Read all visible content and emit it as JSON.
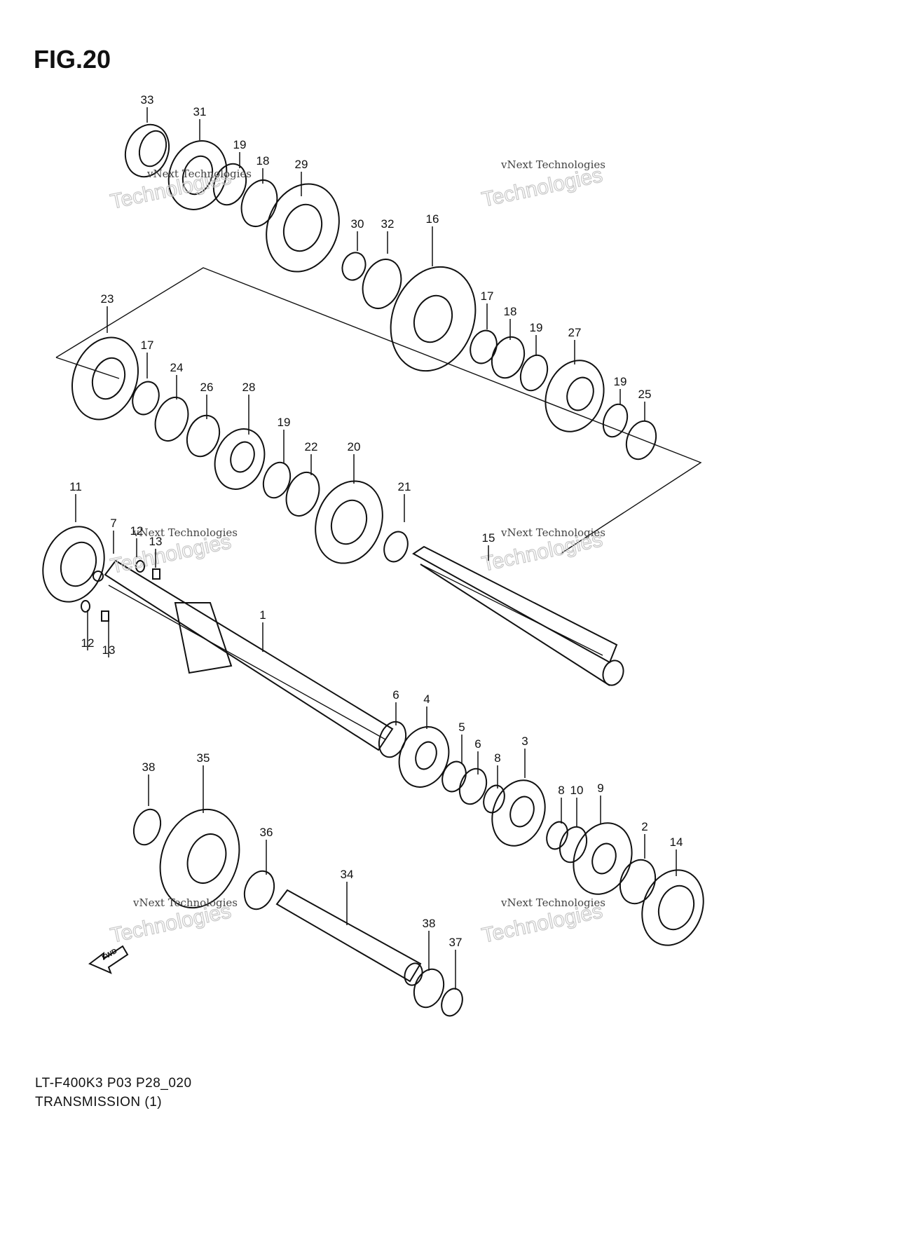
{
  "figure": {
    "title": "FIG.20",
    "code": "LT-F400K3 P03 P28_020",
    "caption": "TRANSMISSION (1)"
  },
  "watermark": {
    "line1": "vNext Technologies",
    "line2": "Technologies",
    "line3": "vNext"
  },
  "fwd_label": "FWD",
  "callouts": [
    "33",
    "31",
    "19",
    "18",
    "29",
    "30",
    "32",
    "16",
    "23",
    "17",
    "24",
    "26",
    "28",
    "19",
    "22",
    "20",
    "17",
    "18",
    "19",
    "27",
    "19",
    "25",
    "11",
    "7",
    "12",
    "13",
    "21",
    "15",
    "12",
    "13",
    "1",
    "6",
    "4",
    "5",
    "6",
    "8",
    "3",
    "8",
    "10",
    "9",
    "2",
    "14",
    "38",
    "35",
    "36",
    "34",
    "38",
    "37"
  ]
}
